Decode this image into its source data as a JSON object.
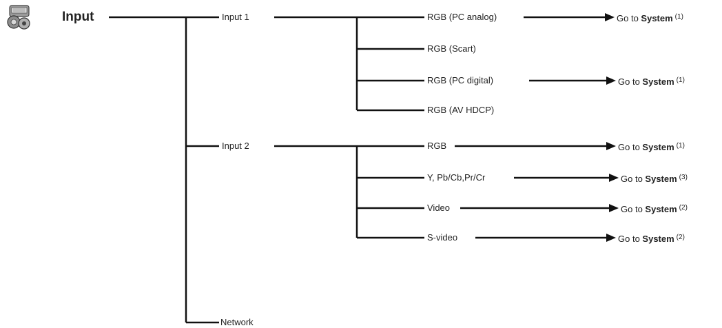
{
  "root": {
    "label": "Input",
    "icon": "projector-input-icon"
  },
  "level1": [
    {
      "label": "Input 1"
    },
    {
      "label": "Input 2"
    },
    {
      "label": "Network"
    }
  ],
  "input1_items": [
    {
      "label": "RGB (PC analog)",
      "goto": "Go to",
      "target": "System",
      "note": "(1)"
    },
    {
      "label": "RGB (Scart)"
    },
    {
      "label": "RGB (PC digital)",
      "goto": "Go to",
      "target": "System",
      "note": "(1)"
    },
    {
      "label": "RGB (AV HDCP)"
    }
  ],
  "input2_items": [
    {
      "label": "RGB",
      "goto": "Go to",
      "target": "System",
      "note": "(1)"
    },
    {
      "label": "Y, Pb/Cb,Pr/Cr",
      "goto": "Go to",
      "target": "System",
      "note": "(3)"
    },
    {
      "label": "Video",
      "goto": "Go to",
      "target": "System",
      "note": "(2)"
    },
    {
      "label": "S-video",
      "goto": "Go to",
      "target": "System",
      "note": "(2)"
    }
  ]
}
